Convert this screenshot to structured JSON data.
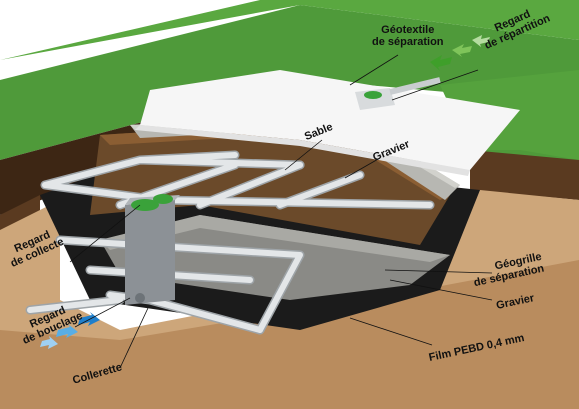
{
  "labels": {
    "geotextile": [
      "Géotextile",
      "de séparation"
    ],
    "regard_repartition": [
      "Regard",
      "de répartition"
    ],
    "sable": "Sable",
    "gravier_top": "Gravier",
    "regard_collecte": [
      "Regard",
      "de collecte"
    ],
    "geogrille": [
      "Géogrille",
      "de séparation"
    ],
    "gravier_bottom": "Gravier",
    "regard_bouclage": [
      "Regard",
      "de bouclage"
    ],
    "film_pebd": "Film PEBD 0,4 mm",
    "collerette": "Collerette"
  },
  "colors": {
    "grass": "#4f9a3a",
    "soil": "#5a3a20",
    "sand_floor": "#cda67a",
    "pipe": "#cfd3d6",
    "cap": "#3aa23a",
    "arrow_in": "#6fbf3a",
    "arrow_out": "#2a8fd6"
  },
  "icons": {
    "inflow": "green-arrow-icon",
    "outflow": "blue-arrow-icon"
  }
}
